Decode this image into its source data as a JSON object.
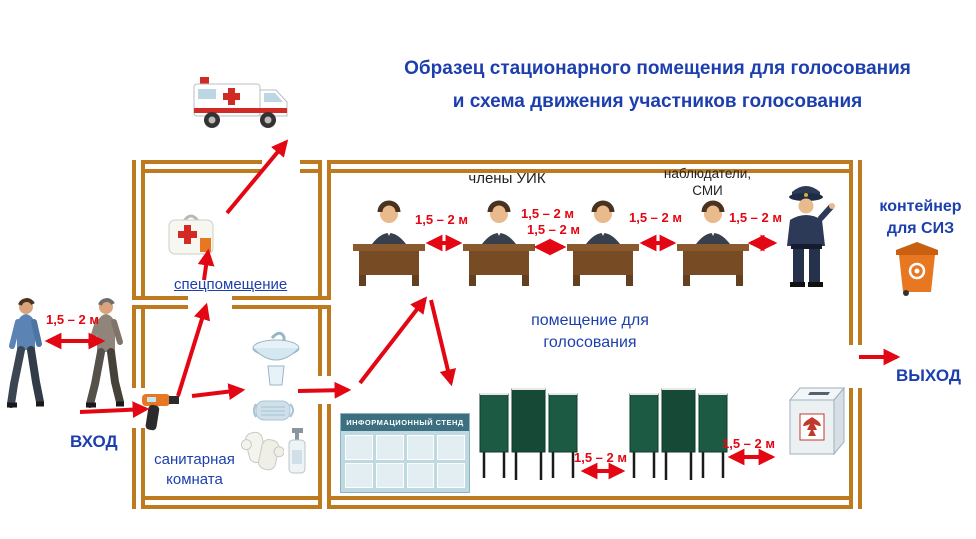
{
  "title": {
    "line1": "Образец стационарного помещения для голосования",
    "line2": "и схема движения участников голосования"
  },
  "labels": {
    "distance": "1,5 – 2 м",
    "entrance": "ВХОД",
    "exit": "ВЫХОД",
    "special_room": "спецпомещение",
    "sanitary_room_line1": "санитарная",
    "sanitary_room_line2": "комната",
    "uik_members": "члены УИК",
    "observers_line1": "наблюдатели,",
    "observers_line2": "СМИ",
    "siz_container_line1": "контейнер",
    "siz_container_line2": "для СИЗ",
    "voting_room_line1": "помещение для",
    "voting_room_line2": "голосования",
    "info_stand": "ИНФОРМАЦИОННЫЙ СТЕНД"
  },
  "colors": {
    "title_blue": "#1d3fae",
    "wall_orange": "#bd7a1e",
    "arrow_red": "#e30613",
    "booth_green": "#174a36",
    "container_orange": "#e87722"
  },
  "icons": {
    "ambulance-icon": "ambulance vehicle",
    "walking-person-icon": "voter walking",
    "thermometer-icon": "infrared thermometer",
    "first-aid-kit-icon": "first aid kit",
    "sink-icon": "wash basin",
    "mask-icon": "medical mask",
    "gloves-icon": "protective gloves",
    "sanitizer-icon": "hand sanitizer bottle",
    "info-stand": "information stand",
    "voting-booth-icon": "voting booths",
    "ballot-box-icon": "transparent ballot box",
    "commission-desk-icon": "commission member at desk",
    "policeman-icon": "police officer",
    "siz-container-icon": "PPE waste container"
  }
}
